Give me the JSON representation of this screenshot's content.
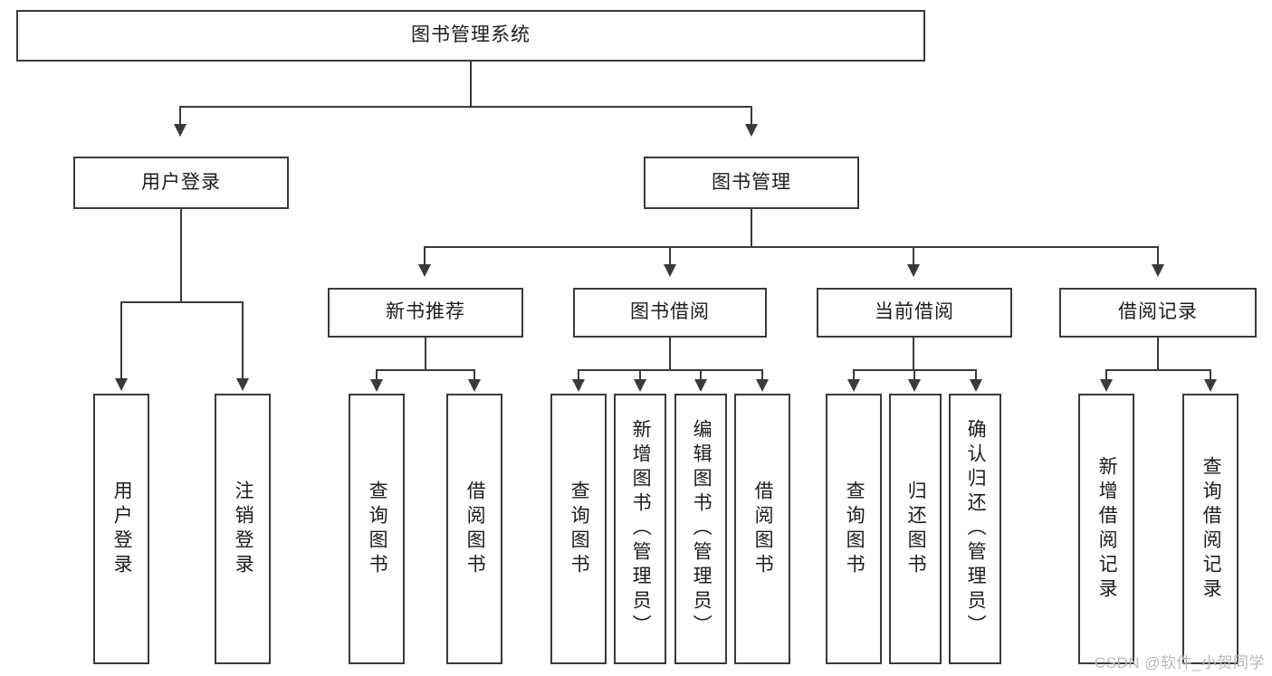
{
  "diagram": {
    "title": "图书管理系统",
    "root": {
      "label": "图书管理系统"
    },
    "level2": [
      {
        "label": "用户登录"
      },
      {
        "label": "图书管理"
      }
    ],
    "level3": [
      {
        "label": "新书推荐"
      },
      {
        "label": "图书借阅"
      },
      {
        "label": "当前借阅"
      },
      {
        "label": "借阅记录"
      }
    ],
    "leaves": {
      "user_login": [
        {
          "label": "用户登录"
        },
        {
          "label": "注销登录"
        }
      ],
      "new_book_recommend": [
        {
          "label": "查询图书"
        },
        {
          "label": "借阅图书"
        }
      ],
      "book_borrow": [
        {
          "label": "查询图书"
        },
        {
          "label": "新增图书（管理员）"
        },
        {
          "label": "编辑图书（管理员）"
        },
        {
          "label": "借阅图书"
        }
      ],
      "current_borrow": [
        {
          "label": "查询图书"
        },
        {
          "label": "归还图书"
        },
        {
          "label": "确认归还（管理员）"
        }
      ],
      "borrow_record": [
        {
          "label": "新增借阅记录"
        },
        {
          "label": "查询借阅记录"
        }
      ]
    }
  },
  "watermark": {
    "text": "CSDN @软件_小贺同学"
  },
  "colors": {
    "line": "#3a3a3a",
    "box_border": "#3a3a3a",
    "box_fill": "#ffffff",
    "text": "#1c1c1c",
    "watermark": "#b9b9b9",
    "background": "#ffffff"
  }
}
